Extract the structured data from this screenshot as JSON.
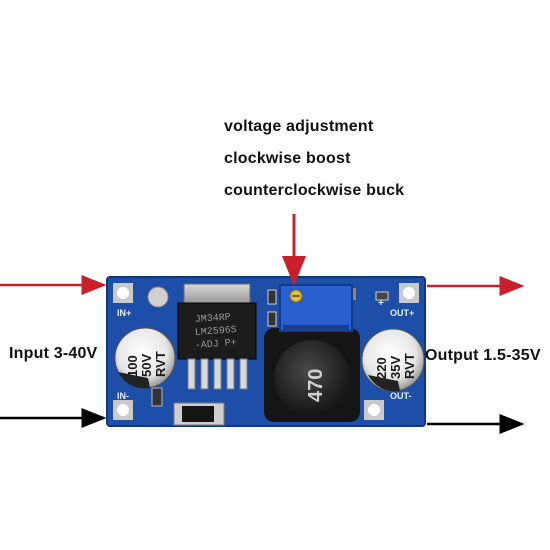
{
  "annotations": {
    "line1": "voltage adjustment",
    "line2": "clockwise  boost",
    "line3": "counterclockwise buck"
  },
  "input_label": "Input 3-40V",
  "output_label": "Output 1.5-35V",
  "board_text": {
    "in_plus": "IN+",
    "in_minus": "IN-",
    "out_plus": "OUT+",
    "out_minus": "OUT-",
    "chip_line1": "JM34RP",
    "chip_line2": "LM2596S",
    "chip_line3": "-ADJ  P+",
    "cap_left_1": "100",
    "cap_left_2": "50V",
    "cap_left_3": "RVT",
    "cap_right_1": "220",
    "cap_right_2": "35V",
    "cap_right_3": "RVT",
    "inductor": "470",
    "plus_sign": "+"
  },
  "colors": {
    "pcb": "#1e4fa8",
    "arrow_red": "#c8202a",
    "arrow_black": "#000000"
  }
}
